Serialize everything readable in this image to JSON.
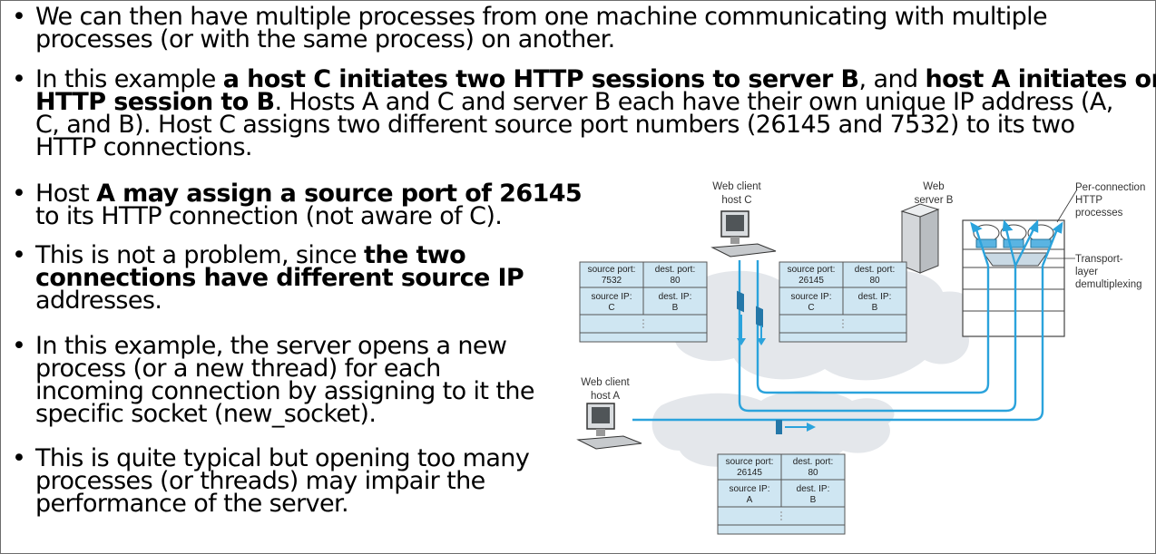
{
  "bullets": [
    {
      "lines": [
        [
          {
            "t": "We can then have multiple processes from one machine communicating with multiple",
            "b": false
          }
        ],
        [
          {
            "t": "processes (or with the same process) on another.",
            "b": false
          }
        ]
      ]
    },
    {
      "lines": [
        [
          {
            "t": "In this example ",
            "b": false
          },
          {
            "t": "a host C initiates two HTTP sessions to server B",
            "b": true
          },
          {
            "t": ", and ",
            "b": false
          },
          {
            "t": "host A initiates one",
            "b": true
          }
        ],
        [
          {
            "t": "HTTP session to B",
            "b": true
          },
          {
            "t": ". Hosts A and C and server B each have their own unique IP address (A,",
            "b": false
          }
        ],
        [
          {
            "t": "C, and B). Host C assigns two different source port numbers (26145 and 7532) to its two",
            "b": false
          }
        ],
        [
          {
            "t": "HTTP connections.",
            "b": false
          }
        ]
      ]
    },
    {
      "lines": [
        [
          {
            "t": "Host ",
            "b": false
          },
          {
            "t": "A may assign a source port of 26145",
            "b": true
          }
        ],
        [
          {
            "t": "to its HTTP connection (not aware of C).",
            "b": false
          }
        ]
      ]
    },
    {
      "lines": [
        [
          {
            "t": "This is not a problem, since ",
            "b": false
          },
          {
            "t": "the two",
            "b": true
          }
        ],
        [
          {
            "t": "connections have different source IP",
            "b": true
          }
        ],
        [
          {
            "t": "addresses.",
            "b": false
          }
        ]
      ]
    },
    {
      "lines": [
        [
          {
            "t": "In this example, the server opens a new",
            "b": false
          }
        ],
        [
          {
            "t": "process (or a new thread) for each",
            "b": false
          }
        ],
        [
          {
            "t": "incoming connection by assigning to it the",
            "b": false
          }
        ],
        [
          {
            "t": "specific socket (new_socket).",
            "b": false
          }
        ]
      ]
    },
    {
      "lines": [
        [
          {
            "t": "This is quite typical but opening too many",
            "b": false
          }
        ],
        [
          {
            "t": "processes (or threads) may impair the",
            "b": false
          }
        ],
        [
          {
            "t": "performance of the server.",
            "b": false
          }
        ]
      ]
    }
  ],
  "bullet_char": "•",
  "diagram": {
    "web_client_c": [
      "Web client",
      "host C"
    ],
    "web_server_b": [
      "Web",
      "server B"
    ],
    "web_client_a": [
      "Web client",
      "host A"
    ],
    "per_connection": [
      "Per-connection",
      "HTTP",
      "processes"
    ],
    "transport_layer": [
      "Transport-",
      "layer",
      "demultiplexing"
    ],
    "segments": [
      {
        "src_port_label": "source port:",
        "src_port": "7532",
        "dst_port_label": "dest. port:",
        "dst_port": "80",
        "src_ip_label": "source IP:",
        "src_ip": "C",
        "dst_ip_label": "dest. IP:",
        "dst_ip": "B"
      },
      {
        "src_port_label": "source port:",
        "src_port": "26145",
        "dst_port_label": "dest. port:",
        "dst_port": "80",
        "src_ip_label": "source IP:",
        "src_ip": "C",
        "dst_ip_label": "dest. IP:",
        "dst_ip": "B"
      },
      {
        "src_port_label": "source port:",
        "src_port": "26145",
        "dst_port_label": "dest. port:",
        "dst_port": "80",
        "src_ip_label": "source IP:",
        "src_ip": "A",
        "dst_ip_label": "dest. IP:",
        "dst_ip": "B"
      }
    ],
    "colors": {
      "arrow": "#2aa3dc",
      "table": "#cfe6f2",
      "cloud": "#e3e6ea",
      "border": "#555555"
    }
  }
}
